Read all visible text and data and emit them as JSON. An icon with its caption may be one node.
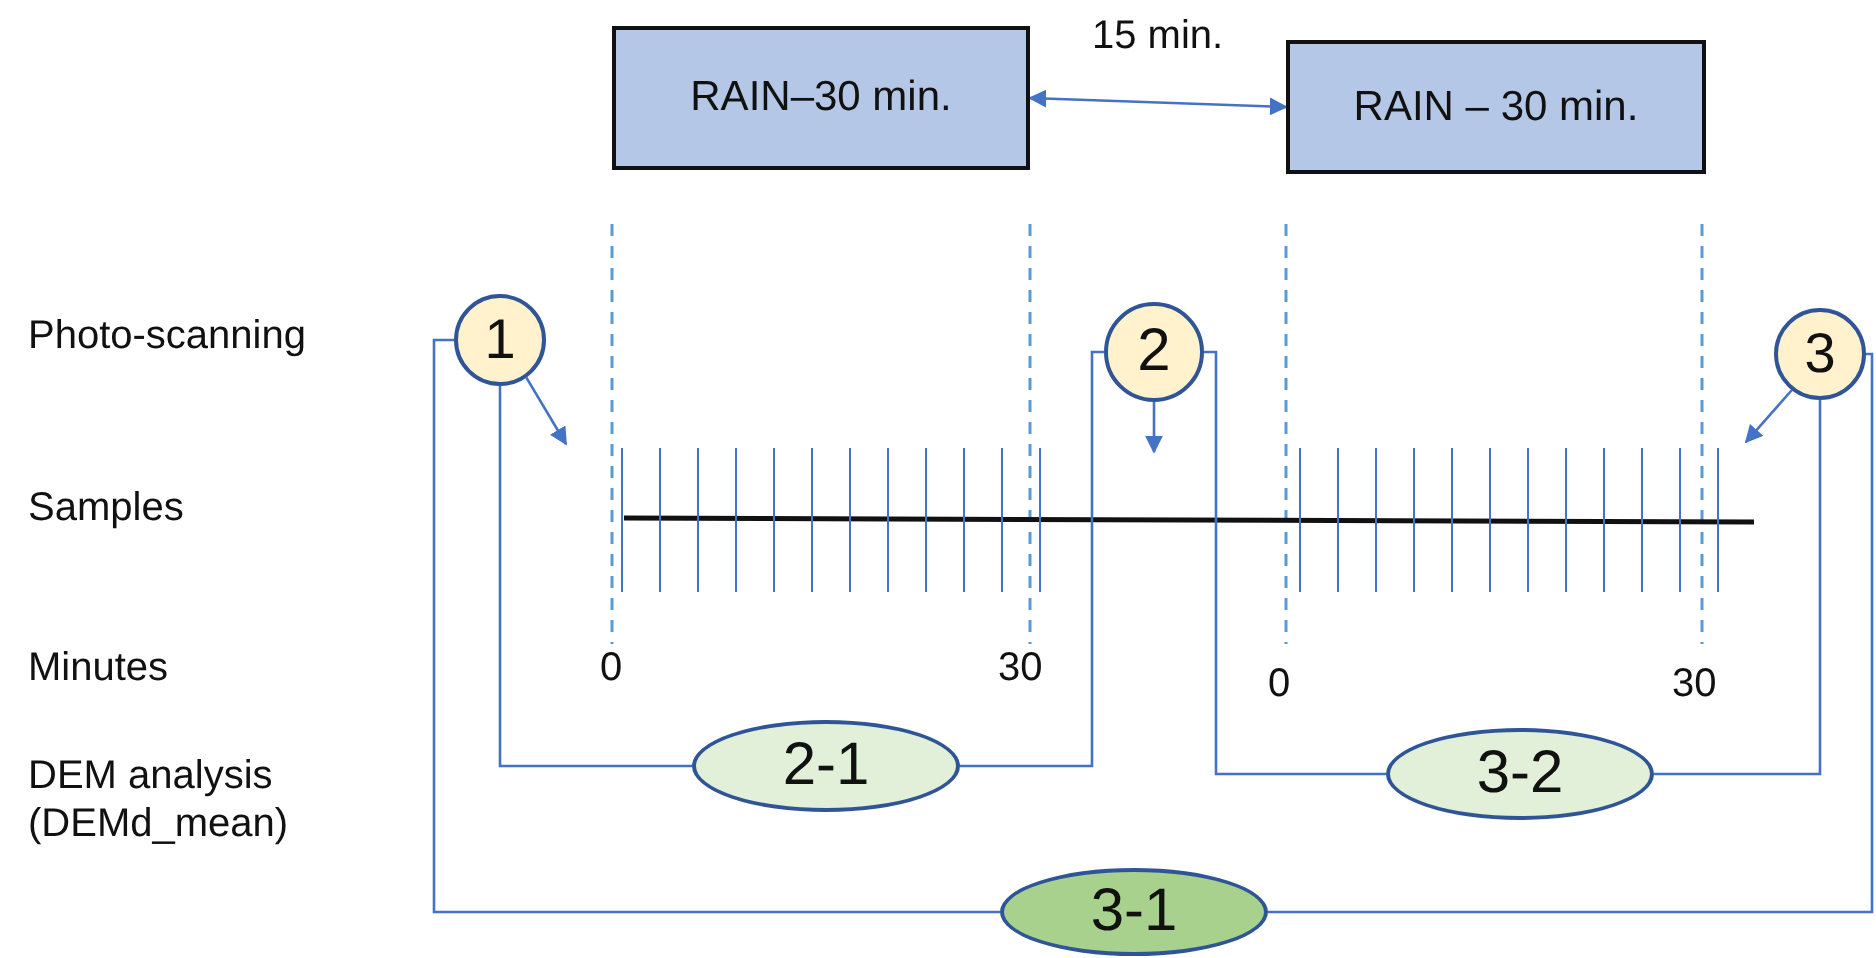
{
  "diagram": {
    "nodes": [
      {
        "text": [
          "RAIN–30 min."
        ]
      },
      {
        "text": [
          "RAIN – 30 min."
        ]
      },
      {
        "text": [
          "1"
        ]
      },
      {
        "text": [
          "2"
        ]
      },
      {
        "text": [
          "3"
        ]
      },
      {
        "text": [
          "2-1"
        ]
      },
      {
        "text": [
          "3-2"
        ]
      },
      {
        "text": [
          "3-1"
        ]
      }
    ],
    "edges": [
      {
        "from": 0,
        "to": 1,
        "arrow": "both",
        "label": "15 min."
      },
      {
        "from": 2,
        "to": null,
        "arrow": "to"
      },
      {
        "from": 3,
        "to": null,
        "arrow": "to"
      },
      {
        "from": 4,
        "to": null,
        "arrow": "to"
      },
      {
        "from": 2,
        "to": 5,
        "arrow": "none"
      },
      {
        "from": 3,
        "to": 5,
        "arrow": "none"
      },
      {
        "from": 3,
        "to": 6,
        "arrow": "none"
      },
      {
        "from": 4,
        "to": 6,
        "arrow": "none"
      },
      {
        "from": 2,
        "to": 7,
        "arrow": "none"
      },
      {
        "from": 4,
        "to": 7,
        "arrow": "none"
      }
    ],
    "labels": [
      "Photo-scanning",
      "Samples",
      "Minutes",
      "DEM analysis (DEMd_mean)",
      "0",
      "30",
      "0",
      "30"
    ]
  }
}
